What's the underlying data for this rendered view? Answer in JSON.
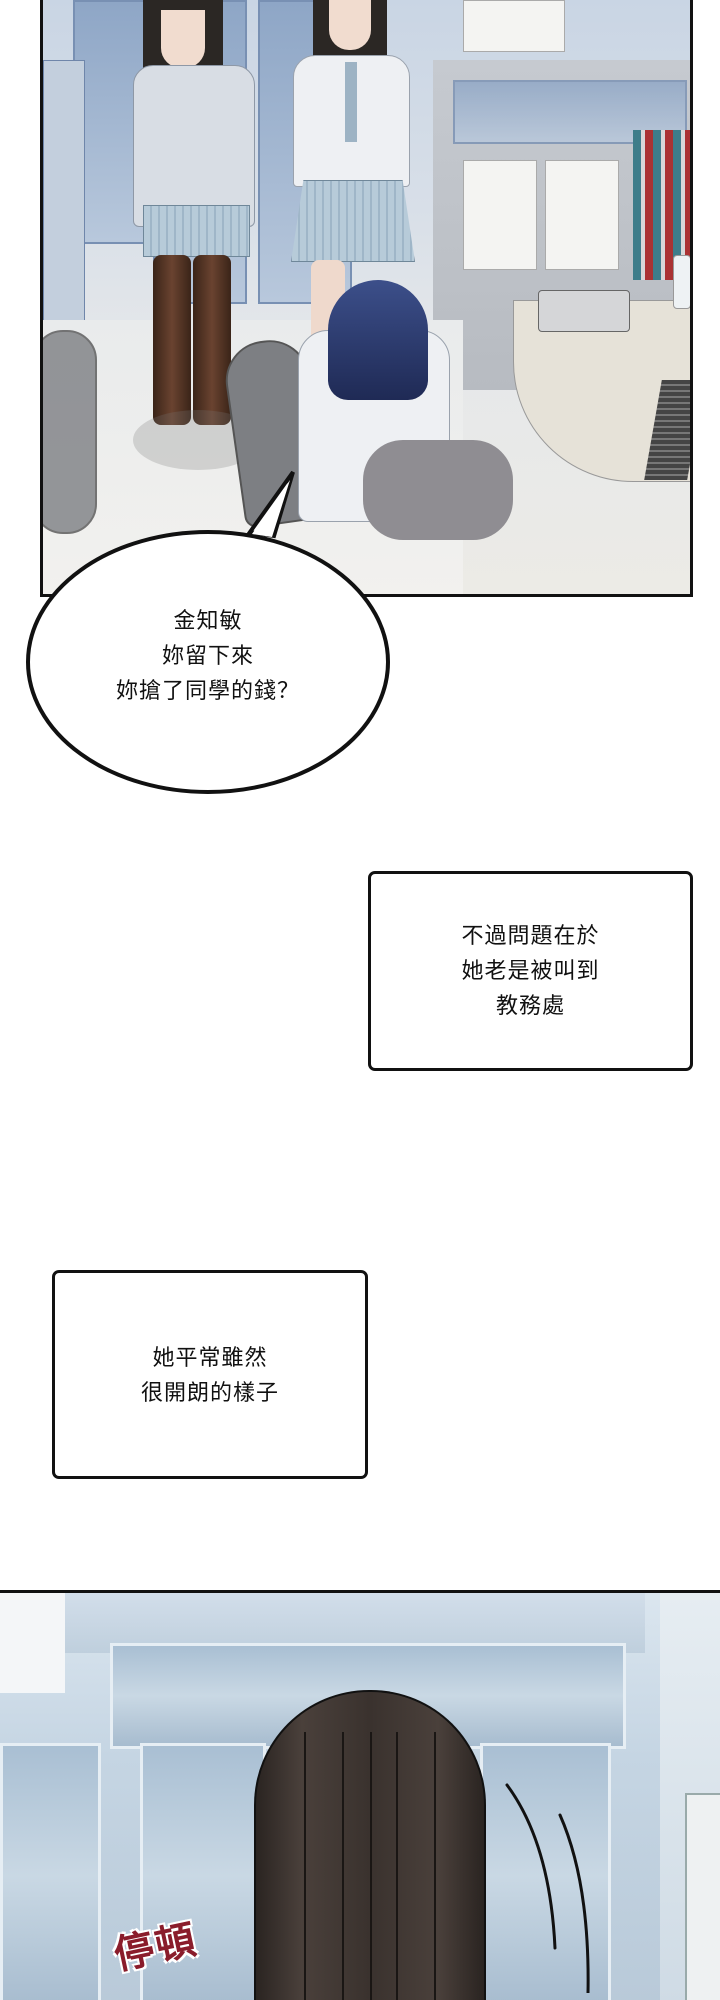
{
  "page": {
    "type": "webtoon comic page",
    "background_color": "#ffffff"
  },
  "panels": [
    {
      "id": "panel-1",
      "scene": "office: two schoolgirls standing before a seated teacher with navy bob hair in a desk chair",
      "border_color": "#111111"
    },
    {
      "id": "panel-3",
      "scene": "back of a girl's long dark-brown hair in a bright office",
      "border_color": "#111111",
      "sfx": {
        "text": "停頓",
        "color": "#8a1c2b"
      }
    }
  ],
  "speech_bubble": {
    "lines": [
      "金知敏",
      "妳留下來",
      "妳搶了同學的錢？"
    ]
  },
  "narration_boxes": [
    {
      "lines": [
        "不過問題在於",
        "她老是被叫到",
        "教務處"
      ]
    },
    {
      "lines": [
        "她平常雖然",
        "很開朗的樣子"
      ]
    }
  ]
}
